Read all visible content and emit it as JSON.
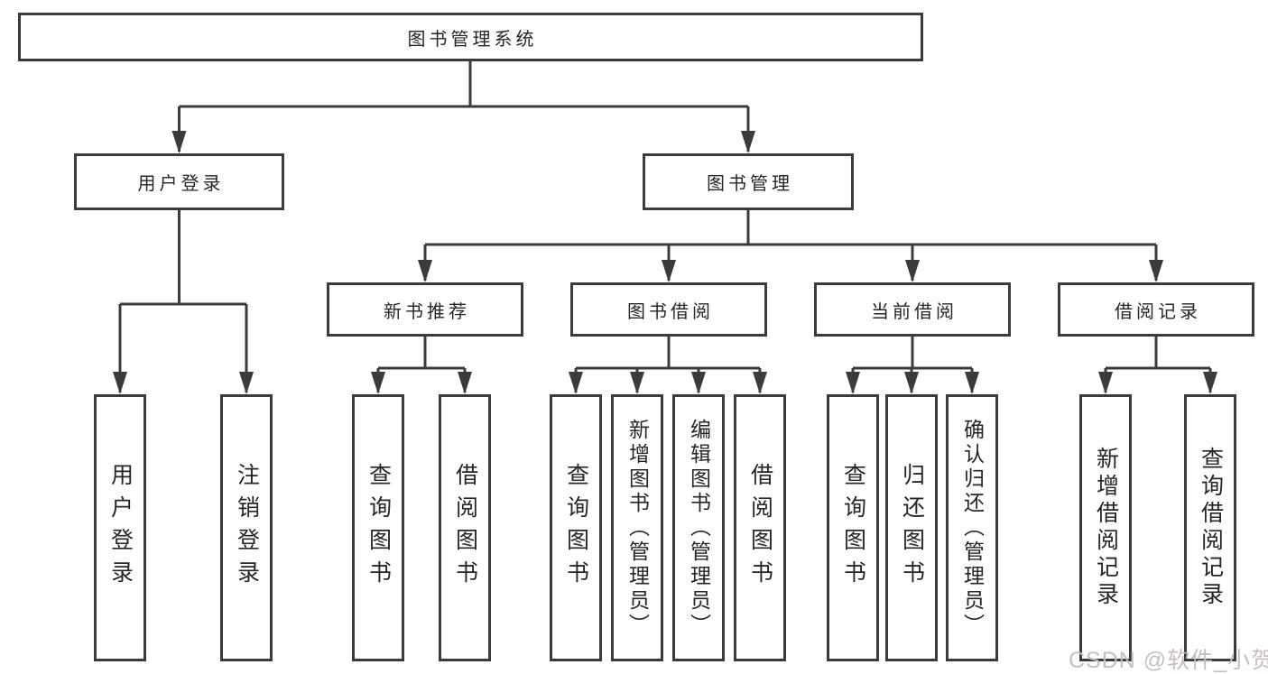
{
  "diagram": {
    "title": "图书管理系统",
    "modules": [
      {
        "name": "用户登录",
        "features": [
          "用户登录",
          "注销登录"
        ]
      },
      {
        "name": "图书管理",
        "submodules": [
          {
            "name": "新书推荐",
            "features": [
              "查询图书",
              "借阅图书"
            ]
          },
          {
            "name": "图书借阅",
            "features": [
              "查询图书",
              "新增图书（管理员）",
              "编辑图书（管理员）",
              "借阅图书"
            ]
          },
          {
            "name": "当前借阅",
            "features": [
              "查询图书",
              "归还图书",
              "确认归还（管理员）"
            ]
          },
          {
            "name": "借阅记录",
            "features": [
              "新增借阅记录",
              "查询借阅记录"
            ]
          }
        ]
      }
    ]
  },
  "watermark": {
    "text": "CSDN @软件_小贺同学",
    "color": "#c4bac1"
  },
  "colors": {
    "line": "#3b3b3b",
    "box_border": "#3b3b3b",
    "text": "#262626",
    "background": "#ffffff"
  }
}
